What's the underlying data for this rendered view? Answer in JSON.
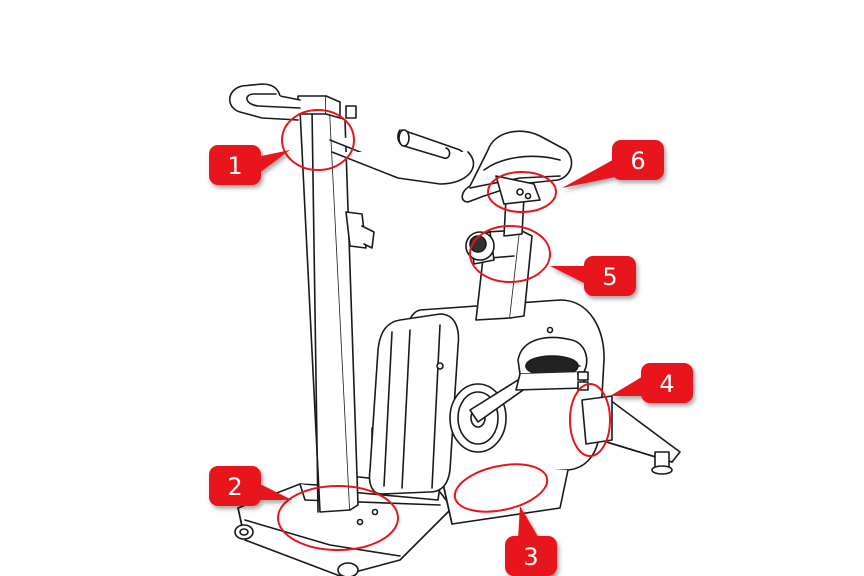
{
  "diagram": {
    "subject": "exercise-bike",
    "colors": {
      "line": "#1a1a1a",
      "fill": "#ffffff",
      "callout": "#e8151b",
      "callout_text": "#ffffff"
    },
    "callouts": [
      {
        "id": "1",
        "label": "1"
      },
      {
        "id": "2",
        "label": "2"
      },
      {
        "id": "3",
        "label": "3"
      },
      {
        "id": "4",
        "label": "4"
      },
      {
        "id": "5",
        "label": "5"
      },
      {
        "id": "6",
        "label": "6"
      }
    ]
  }
}
